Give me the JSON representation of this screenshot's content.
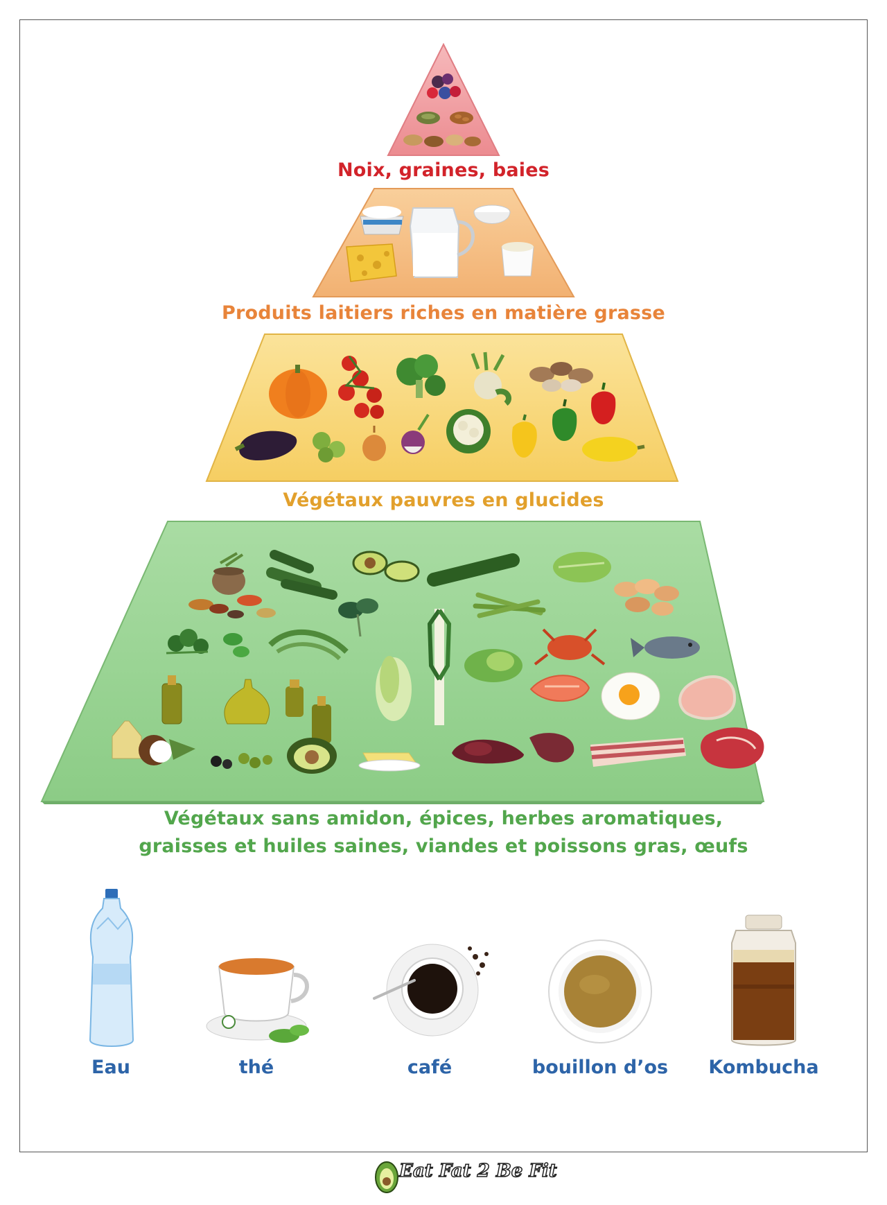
{
  "pyramid": {
    "tiers": [
      {
        "label": "Noix, graines, baies",
        "color": "#d2232a",
        "fill": "#f0a5a8"
      },
      {
        "label": "Produits laitiers riches en matière grasse",
        "color": "#e8843a",
        "fill": "#f6c188"
      },
      {
        "label": "Végétaux pauvres en glucides",
        "color": "#e2a02c",
        "fill": "#f9d778"
      },
      {
        "label_line1": "Végétaux sans amidon, épices, herbes aromatiques,",
        "label_line2": "graisses et huiles saines, viandes et poissons gras, œufs",
        "color": "#52a64c",
        "fill": "#9fd49a"
      }
    ],
    "tier1_icons": [
      "berries-icon",
      "seeds-icon",
      "almonds-icon",
      "nuts-icon"
    ],
    "tier2_icons": [
      "cream-cheese-icon",
      "milk-jug-icon",
      "yogurt-bowl-icon",
      "cheese-icon",
      "yogurt-cup-icon"
    ],
    "tier3_icons": [
      "pumpkin-icon",
      "tomatoes-icon",
      "broccoli-icon",
      "celeriac-icon",
      "mushrooms-icon",
      "eggplant-icon",
      "brussels-sprouts-icon",
      "onion-icon",
      "turnip-icon",
      "cauliflower-icon",
      "yellow-pepper-icon",
      "green-pepper-icon",
      "red-pepper-icon",
      "spaghetti-squash-icon"
    ],
    "tier4_icons": [
      "spices-icon",
      "zucchini-icon",
      "avocado-icon",
      "cucumber-icon",
      "lettuce-icon",
      "chicken-icon",
      "kale-icon",
      "asparagus-icon",
      "parsley-icon",
      "basil-icon",
      "dill-icon",
      "leek-icon",
      "napa-cabbage-icon",
      "romaine-icon",
      "crab-icon",
      "fish-icon",
      "olive-oil-icon",
      "salmon-icon",
      "fried-egg-icon",
      "pork-chop-icon",
      "coconut-icon",
      "olives-icon",
      "avocado-half-icon",
      "butter-icon",
      "liver-icon",
      "heart-icon",
      "bacon-icon",
      "steak-icon"
    ]
  },
  "drinks": [
    {
      "label": "Eau",
      "icon": "water-bottle-icon"
    },
    {
      "label": "thé",
      "icon": "tea-cup-icon"
    },
    {
      "label": "café",
      "icon": "coffee-cup-icon"
    },
    {
      "label": "bouillon d’os",
      "icon": "bone-broth-icon"
    },
    {
      "label": "Kombucha",
      "icon": "kombucha-jar-icon"
    }
  ],
  "logo": {
    "text": "Eat Fat 2 Be Fit"
  }
}
